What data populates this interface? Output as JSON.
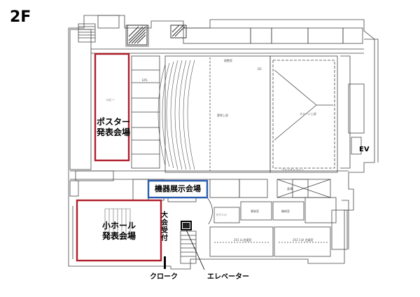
{
  "floor": "2F",
  "areas": {
    "poster": [
      "ポスター",
      "発表会場"
    ],
    "equipment": "機器展示会場",
    "small_hall": [
      "小ホール",
      "発表会場"
    ],
    "reception": [
      "大",
      "会",
      "受",
      "付"
    ]
  },
  "callouts": {
    "cloak": "クローク",
    "elevator": "エレベーター"
  },
  "ev_mark": "EV",
  "colors": {
    "poster_border": "#b01e2a",
    "equipment_border": "#2a5db0",
    "small_hall_border": "#b01e2a",
    "line": "#444444"
  },
  "small_labels": {
    "lobby": "ロビー",
    "main_hall_seats": "客席上部",
    "stage": "ステージ上部",
    "fly_gallery": "フライギャラリー",
    "lounge": "ラウンジ",
    "office": "事務室",
    "machine_room": "機械室",
    "storage": "倉庫",
    "room_201": "201 LL会議室",
    "room_202": "202 Call 会議室",
    "eps": "EPS",
    "ds": "DS",
    "control_room": "調整室"
  }
}
